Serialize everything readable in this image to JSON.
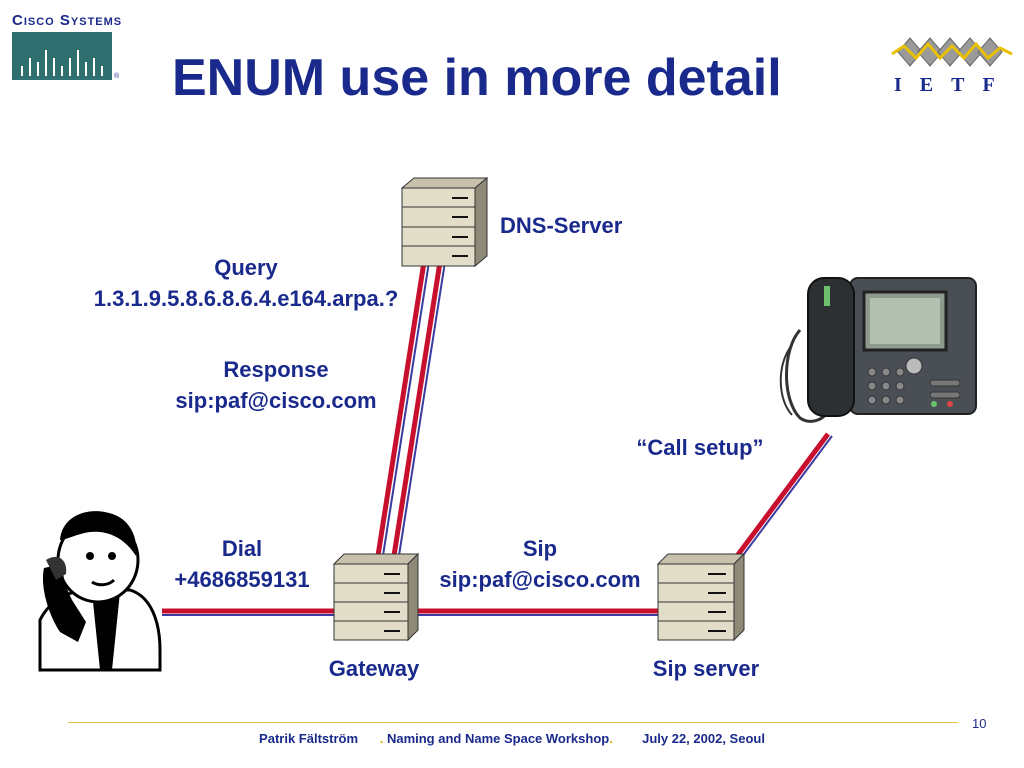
{
  "slide": {
    "title": "ENUM use in more detail",
    "page_number": "10"
  },
  "logos": {
    "cisco": "Cisco Systems",
    "ietf": "IETF"
  },
  "diagram": {
    "dns_server_label": "DNS-Server",
    "query_label": "Query",
    "query_value": "1.3.1.9.5.8.6.8.6.4.e164.arpa.?",
    "response_label": "Response",
    "response_value": "sip:paf@cisco.com",
    "call_setup_label": "“Call setup”",
    "dial_label": "Dial",
    "dial_value": "+4686859131",
    "sip_label": "Sip",
    "sip_value": "sip:paf@cisco.com",
    "gateway_label": "Gateway",
    "sip_server_label": "Sip server"
  },
  "footer": {
    "author": "Patrik Fältström",
    "event": "Naming and Name Space Workshop",
    "date": "July 22,  2002, Seoul"
  },
  "colors": {
    "text": "#1a2a8c",
    "link_red": "#c8102e",
    "link_blue": "#3a3aa0",
    "footer_line": "#e8c04a"
  }
}
